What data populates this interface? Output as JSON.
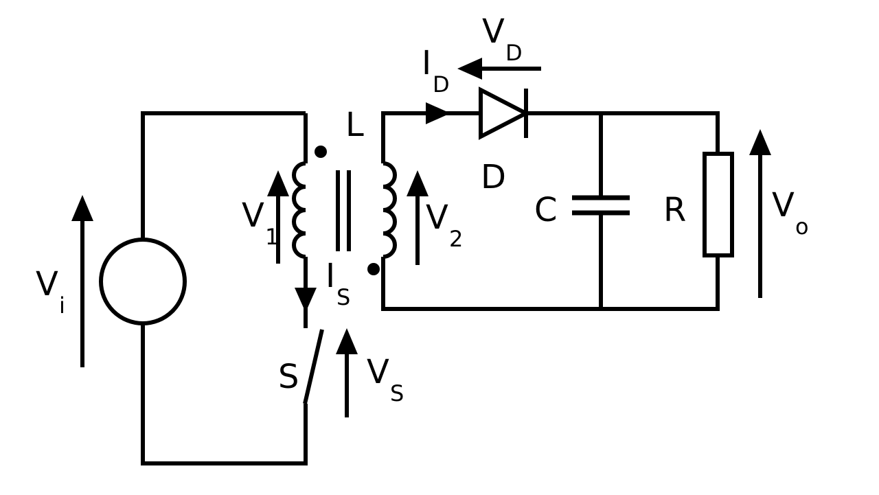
{
  "diagram": {
    "background_color": "#ffffff",
    "line_color": "#000000",
    "labels": {
      "input_voltage": {
        "main": "V",
        "sub": "i"
      },
      "primary_voltage": {
        "main": "V",
        "sub": "1"
      },
      "secondary_voltage": {
        "main": "V",
        "sub": "2"
      },
      "switch_current": {
        "main": "I",
        "sub": "S"
      },
      "switch_voltage": {
        "main": "V",
        "sub": "S"
      },
      "diode_current": {
        "main": "I",
        "sub": "D"
      },
      "diode_voltage": {
        "main": "V",
        "sub": "D"
      },
      "output_voltage": {
        "main": "V",
        "sub": "o"
      },
      "switch": "S",
      "inductor": "L",
      "diode": "D",
      "capacitor": "C",
      "resistor": "R"
    }
  }
}
